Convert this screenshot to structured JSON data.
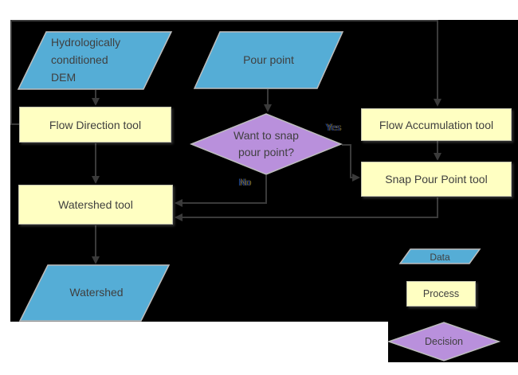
{
  "diagram": {
    "nodes": {
      "dem": {
        "label": "Hydrologically\nconditioned\nDEM",
        "type": "data"
      },
      "pour_point": {
        "label": "Pour point",
        "type": "data"
      },
      "flow_direction": {
        "label": "Flow Direction tool",
        "type": "process"
      },
      "flow_accumulation": {
        "label": "Flow Accumulation tool",
        "type": "process"
      },
      "snap_pour_point": {
        "label": "Snap Pour Point tool",
        "type": "process"
      },
      "decision": {
        "label": "Want to snap\npour point?",
        "type": "decision"
      },
      "watershed_tool": {
        "label": "Watershed tool",
        "type": "process"
      },
      "watershed": {
        "label": "Watershed",
        "type": "data"
      }
    },
    "edge_labels": {
      "yes": "Yes",
      "no": "No"
    },
    "legend": {
      "data": "Data",
      "process": "Process",
      "decision": "Decision"
    },
    "colors": {
      "background": "#000000",
      "page": "#FFFFFF",
      "data_fill": "#55ADD6",
      "process_fill": "#FFFFC2",
      "decision_fill": "#B990DC",
      "shape_outline": "#BDBDBD",
      "connector": "#3A3A3A",
      "text": "#3F3F3F"
    }
  }
}
